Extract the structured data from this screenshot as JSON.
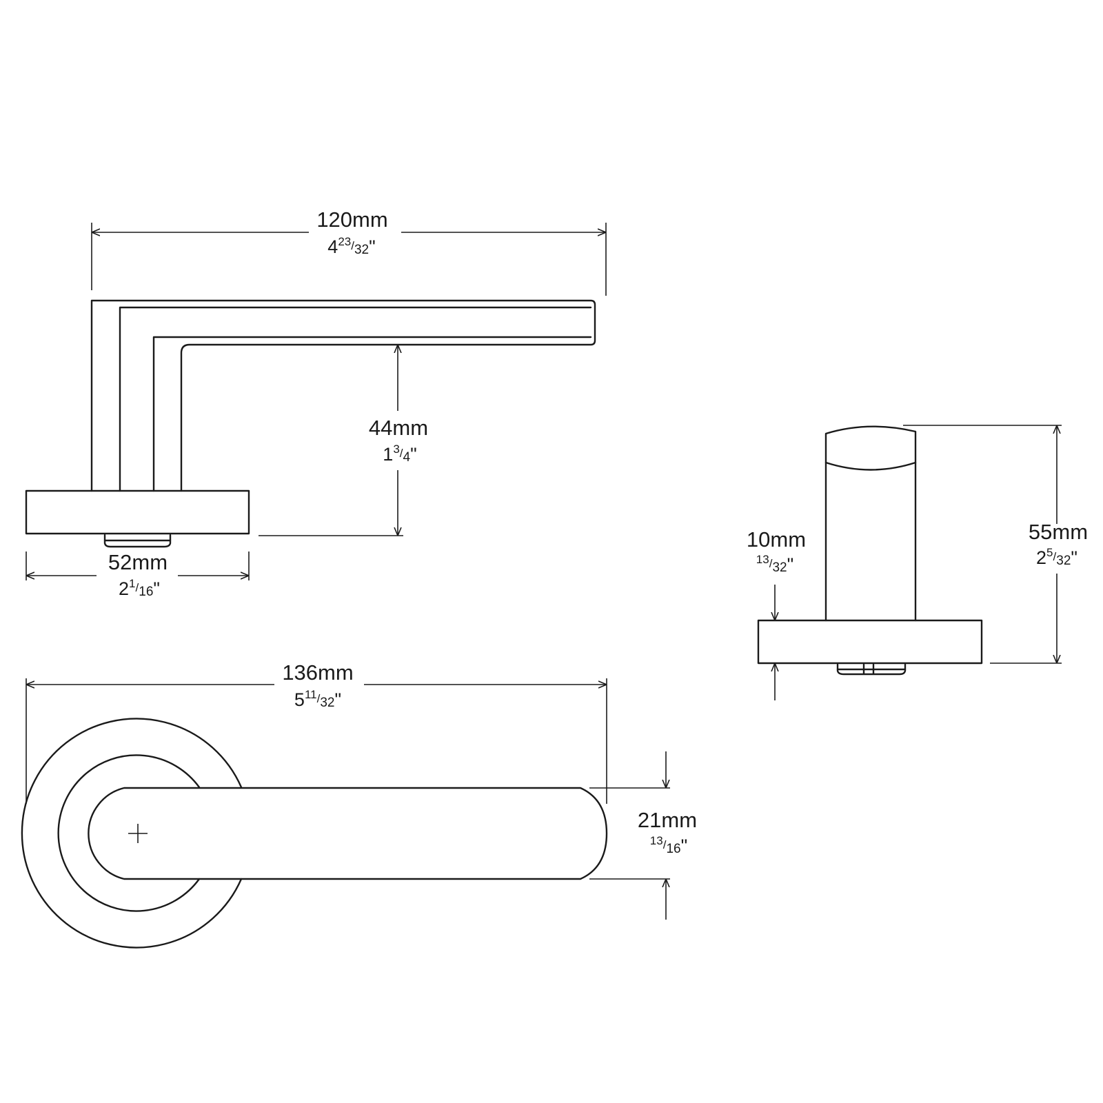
{
  "dimensions": {
    "lever_length_side": {
      "metric": "120mm",
      "whole": "4",
      "numerator": "23",
      "denominator": "32",
      "mark": "\""
    },
    "lever_height": {
      "metric": "44mm",
      "whole": "1",
      "numerator": "3",
      "denominator": "4",
      "mark": "\""
    },
    "rose_width_side": {
      "metric": "52mm",
      "whole": "2",
      "numerator": "1",
      "denominator": "16",
      "mark": "\""
    },
    "overall_length_plan": {
      "metric": "136mm",
      "whole": "5",
      "numerator": "11",
      "denominator": "32",
      "mark": "\""
    },
    "lever_width_plan": {
      "metric": "21mm",
      "whole": "",
      "numerator": "13",
      "denominator": "16",
      "mark": "\""
    },
    "rose_thickness": {
      "metric": "10mm",
      "whole": "",
      "numerator": "13",
      "denominator": "32",
      "mark": "\""
    },
    "projection_front": {
      "metric": "55mm",
      "whole": "2",
      "numerator": "5",
      "denominator": "32",
      "mark": "\""
    }
  },
  "colors": {
    "line": "#1a1a1a",
    "background": "#ffffff"
  }
}
